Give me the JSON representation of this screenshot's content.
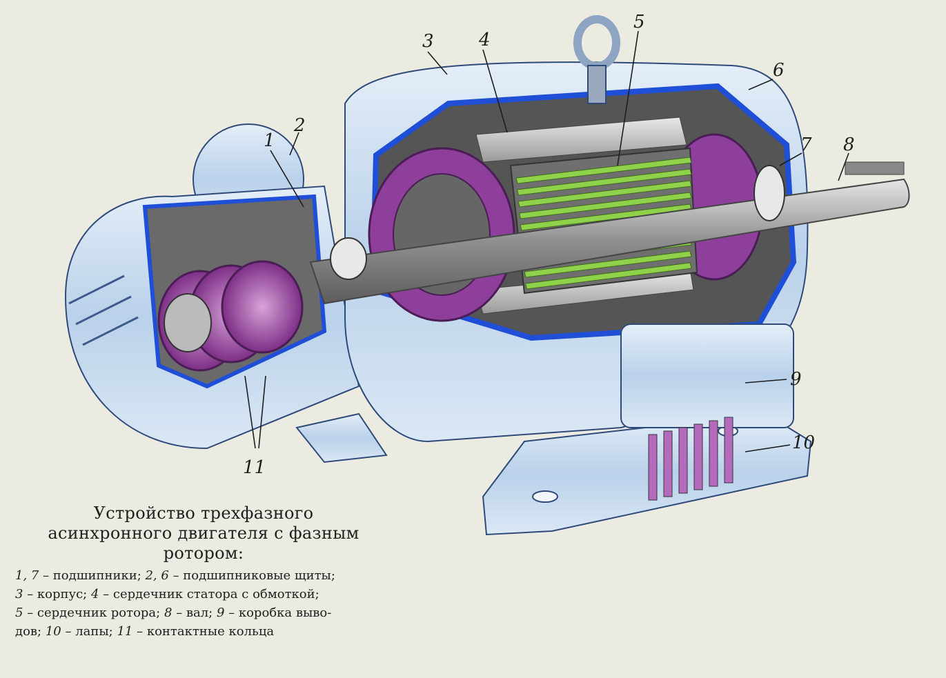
{
  "callouts": [
    {
      "num": "1",
      "color": "#1e1e1e"
    },
    {
      "num": "2",
      "color": "#1e1e1e"
    },
    {
      "num": "3",
      "color": "#1e1e1e"
    },
    {
      "num": "4",
      "color": "#1e1e1e"
    },
    {
      "num": "5",
      "color": "#1e1e1e"
    },
    {
      "num": "6",
      "color": "#1e1e1e"
    },
    {
      "num": "7",
      "color": "#1e1e1e"
    },
    {
      "num": "8",
      "color": "#1e1e1e"
    },
    {
      "num": "9",
      "color": "#1e1e1e"
    },
    {
      "num": "10",
      "color": "#1e1e1e"
    },
    {
      "num": "11",
      "color": "#1e1e1e"
    }
  ],
  "caption": {
    "title_line1": "Устройство трехфазного",
    "title_line2": "асинхронного двигателя с фазным",
    "title_line3": "ротором:",
    "lines": [
      [
        {
          "n": true,
          "t": "1, 7"
        },
        {
          "n": false,
          "t": " – подшипники; "
        },
        {
          "n": true,
          "t": "2, 6"
        },
        {
          "n": false,
          "t": " – подшипниковые щиты;"
        }
      ],
      [
        {
          "n": true,
          "t": "3"
        },
        {
          "n": false,
          "t": " – корпус; "
        },
        {
          "n": true,
          "t": "4"
        },
        {
          "n": false,
          "t": " – сердечник статора с обмоткой;"
        }
      ],
      [
        {
          "n": true,
          "t": "5"
        },
        {
          "n": false,
          "t": " – сердечник ротора; "
        },
        {
          "n": true,
          "t": "8"
        },
        {
          "n": false,
          "t": " – вал; "
        },
        {
          "n": true,
          "t": "9"
        },
        {
          "n": false,
          "t": " – коробка выво-"
        }
      ],
      [
        {
          "n": false,
          "t": "дов; "
        },
        {
          "n": true,
          "t": "10"
        },
        {
          "n": false,
          "t": " – лапы; "
        },
        {
          "n": true,
          "t": "11"
        },
        {
          "n": false,
          "t": " – контактные кольца"
        }
      ]
    ]
  },
  "colors": {
    "background": "#ecebe2",
    "housing": "#c9dcef",
    "housing_cut": "#1f4fd6",
    "stator_winding": "#8e3f9c",
    "rotor_bars": "#8fd14a",
    "shaft": "#9a9a9a"
  }
}
